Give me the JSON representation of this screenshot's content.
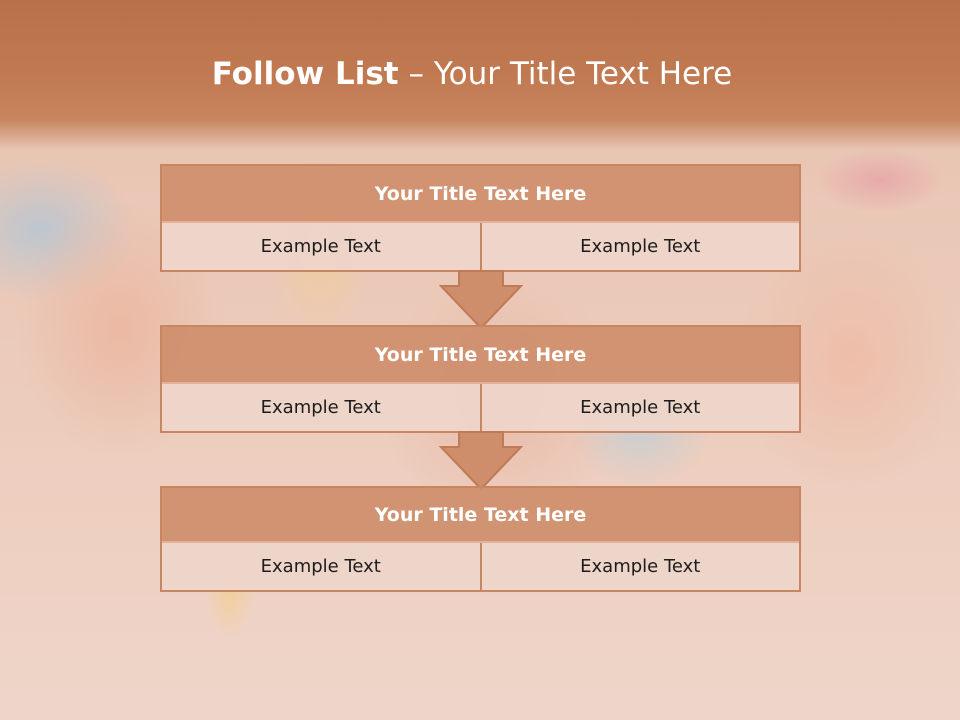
{
  "slide": {
    "title_bold": "Follow List",
    "title_rest": " – Your Title Text Here"
  },
  "steps": [
    {
      "title": "Your Title Text Here",
      "left": "Example Text",
      "right": "Example Text"
    },
    {
      "title": "Your Title Text Here",
      "left": "Example Text",
      "right": "Example Text"
    },
    {
      "title": "Your Title Text Here",
      "left": "Example Text",
      "right": "Example Text"
    }
  ],
  "colors": {
    "banner": "#c27a52",
    "header_fill": "#ce8e6b",
    "cell_fill": "#eed5ca",
    "border": "#c88562",
    "title_text": "#ffffff"
  }
}
